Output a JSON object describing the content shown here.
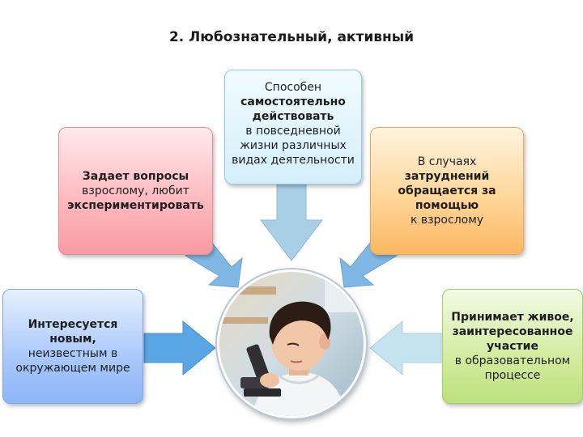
{
  "title": "2.  Любознательный, активный",
  "boxes": {
    "red": {
      "bold": "Задает вопросы",
      "normal": "взрослому, любит",
      "bold2": "экспериментировать"
    },
    "center": {
      "normal1": "Способен",
      "bold": "самостоятельно действовать",
      "normal2": "в повседневной жизни различных видах деятельности"
    },
    "orange": {
      "normal1": "В случаях",
      "bold": "затруднений обращается за помощью",
      "normal2": "к взрослому"
    },
    "blue": {
      "bold": "Интересуется новым,",
      "normal": "неизвестным в окружающем мире"
    },
    "green": {
      "bold": "Принимает живое, заинтересованное участие",
      "normal": "в образовательном процессе"
    }
  },
  "colors": {
    "arrow_red": "#f08a94",
    "arrow_blue_top": "#a9cfe6",
    "arrow_orange": "#f7b567",
    "arrow_blue_left": "#6aaee6",
    "arrow_green_right": "#b9dbe8"
  },
  "photo": {
    "subject": "boy-with-microscope"
  }
}
